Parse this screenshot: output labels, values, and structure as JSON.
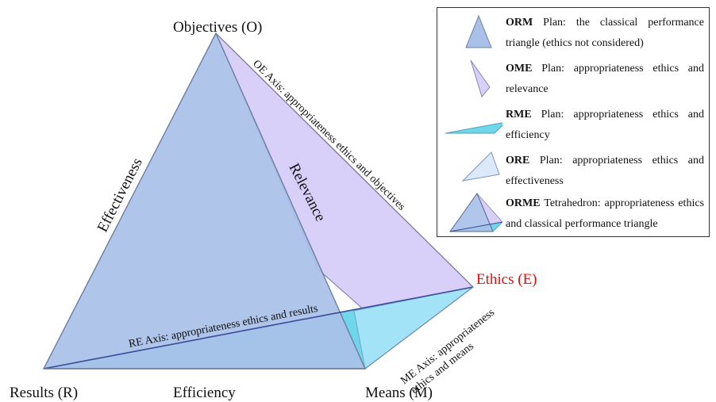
{
  "vertices": {
    "objectives": "Objectives (O)",
    "results": "Results (R)",
    "means": "Means (M)",
    "ethics": "Ethics (E)"
  },
  "edges": {
    "effectiveness": "Effectiveness",
    "relevance": "Relevance",
    "efficiency": "Efficiency"
  },
  "axes": {
    "oe": "OE Axis: appropriateness ethics and objectives",
    "re": "RE Axis: appropriateness ethics and results",
    "me_line1": "ME Axis: appropriateness",
    "me_line2": "ethics and means"
  },
  "legend": [
    {
      "bold": "ORM",
      "text": " Plan: the classical performance triangle (ethics not considered)"
    },
    {
      "bold": "OME",
      "text": " Plan: appropriateness ethics and relevance"
    },
    {
      "bold": "RME",
      "text": " Plan: appropriateness ethics and efficiency"
    },
    {
      "bold": "ORE",
      "text": " Plan: appropriateness ethics and effectiveness"
    },
    {
      "bold": "ORME",
      "text": " Tetrahedron: appropriateness ethics and classical performance triangle"
    }
  ],
  "colors": {
    "orm_fill": "#a9c1e8",
    "ome_fill": "#d8d0f8",
    "rme_fill": "#6fd7ea",
    "ore_fill": "#dbe9fb",
    "edge": "#6c7e9f",
    "ethics_label": "#ff0000"
  }
}
